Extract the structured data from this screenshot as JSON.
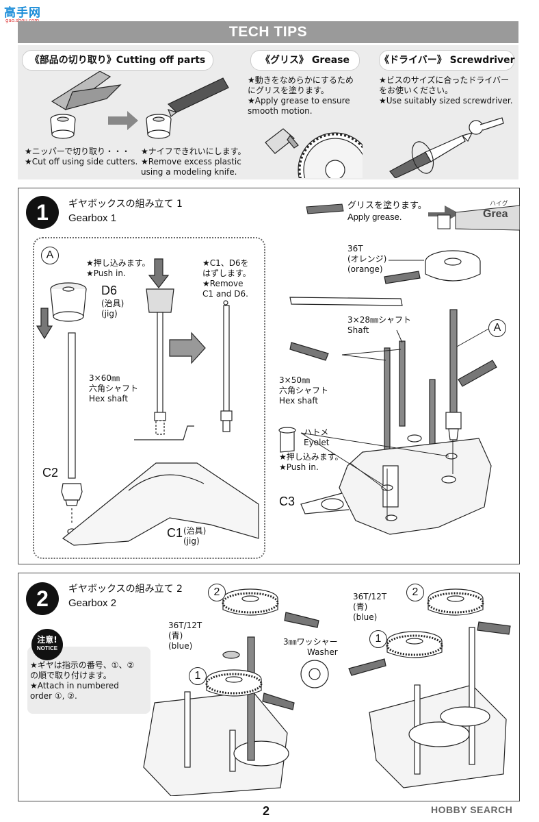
{
  "watermark": {
    "logo": "高手网",
    "url": "gao.shou.com"
  },
  "tech_tips": {
    "title": "TECH TIPS",
    "cutting": {
      "heading": "《部品の切り取り》Cutting off parts",
      "tip1": "★ニッパーで切り取り・・・\n★Cut off using side cutters.",
      "tip2": "★ナイフできれいにします。\n★Remove excess plastic\nusing a modeling knife."
    },
    "grease": {
      "heading": "《グリス》 Grease",
      "tip": "★動きをなめらかにするため\nにグリスを塗ります。\n★Apply grease to ensure\nsmooth motion."
    },
    "screwdriver": {
      "heading": "《ドライバー》 Screwdriver",
      "tip": "★ビスのサイズに合ったドライバー\nをお使いください。\n★Use suitably sized screwdriver."
    }
  },
  "step1": {
    "number": "1",
    "title_jp": "ギヤボックスの組み立て 1",
    "title_en": "Gearbox 1",
    "grease_note": "グリスを塗ります。\nApply grease.",
    "grease_tube_text": "Grea",
    "grease_tube_jp": "ハイグ",
    "sub_a": "A",
    "push_in_1": "★押し込みます。\n★Push in.",
    "remove_note": "★C1、D6を\nはずします。\n★Remove\nC1 and D6.",
    "d6": "D6",
    "d6_jig": "(治具)\n(jig)",
    "hex_shaft_60": "3×60㎜\n六角シャフト\nHex shaft",
    "c2": "C2",
    "c1": "C1",
    "c1_jig": "(治具)\n(jig)",
    "gear_36t": "36T\n(オレンジ)\n(orange)",
    "shaft_28": "3×28㎜シャフト\nShaft",
    "hex_shaft_50": "3×50㎜\n六角シャフト\nHex shaft",
    "eyelet": "ハトメ\nEyelet",
    "push_in_2": "★押し込みます。\n★Push in.",
    "c3": "C3",
    "ref_a": "A"
  },
  "step2": {
    "number": "2",
    "title_jp": "ギヤボックスの組み立て 2",
    "title_en": "Gearbox 2",
    "notice_jp": "注意!",
    "notice_en": "NOTICE",
    "notice_text": "★ギヤは指示の番号、①、②\nの順で取り付けます。\n★Attach in numbered\norder ①, ②.",
    "gear_label_left": "36T/12T\n(青)\n(blue)",
    "gear_label_right": "36T/12T\n(青)\n(blue)",
    "washer": "3㎜ワッシャー\nWasher",
    "mark1": "1",
    "mark2": "2"
  },
  "footer": {
    "page": "2",
    "credit": "HOBBY SEARCH"
  }
}
